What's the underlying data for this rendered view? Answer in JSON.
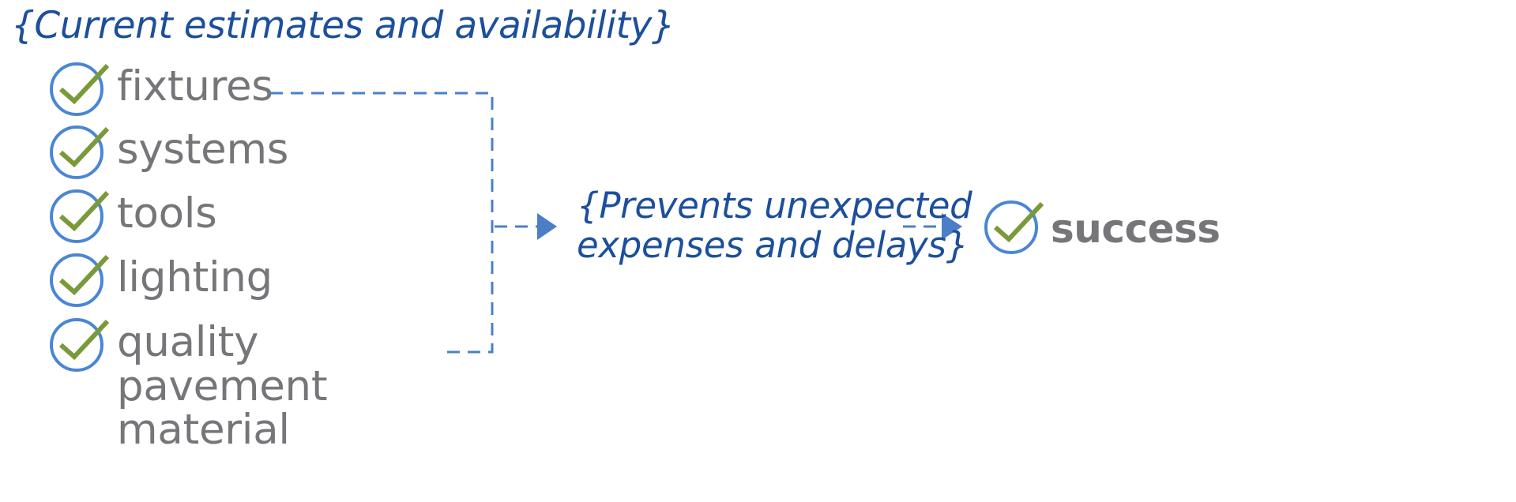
{
  "heading": "{Current estimates and availability}",
  "items": [
    {
      "label": "fixtures"
    },
    {
      "label": "systems"
    },
    {
      "label": "tools"
    },
    {
      "label": "lighting"
    },
    {
      "label": "quality pavement material"
    }
  ],
  "outcome": {
    "line1": "{Prevents unexpected",
    "line2": "expenses and delays}"
  },
  "result": {
    "label": "success"
  },
  "colors": {
    "heading": "#1c4f9c",
    "circle": "#4a86d4",
    "check": "#7a9a3a",
    "label": "#76767a",
    "connector": "#4a7fc8"
  },
  "icons": {
    "item": "check-circle-icon",
    "result": "check-circle-icon",
    "arrow": "arrowhead-icon"
  }
}
